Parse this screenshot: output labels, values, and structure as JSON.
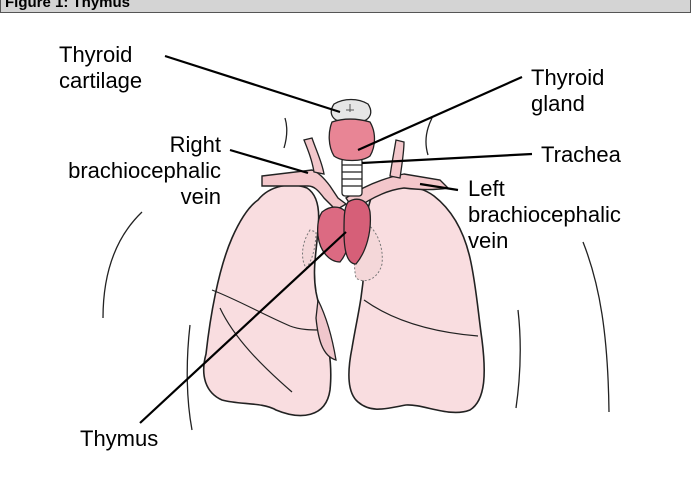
{
  "figure": {
    "title": "Figure 1: Thymus",
    "colors": {
      "lung_fill": "#f9dde0",
      "thymus_fill": "#dc6a82",
      "gland_fill": "#e88595",
      "vein_fill": "#f3c7cb",
      "outline": "#222222"
    }
  },
  "labels": {
    "thyroid_cartilage": [
      "Thyroid",
      "cartilage"
    ],
    "thyroid_gland": [
      "Thyroid",
      "gland"
    ],
    "right_brachiocephalic_vein": [
      "Right",
      "brachiocephalic",
      "vein"
    ],
    "trachea": "Trachea",
    "left_brachiocephalic_vein": [
      "Left",
      "brachiocephalic",
      "vein"
    ],
    "thymus": "Thymus"
  }
}
